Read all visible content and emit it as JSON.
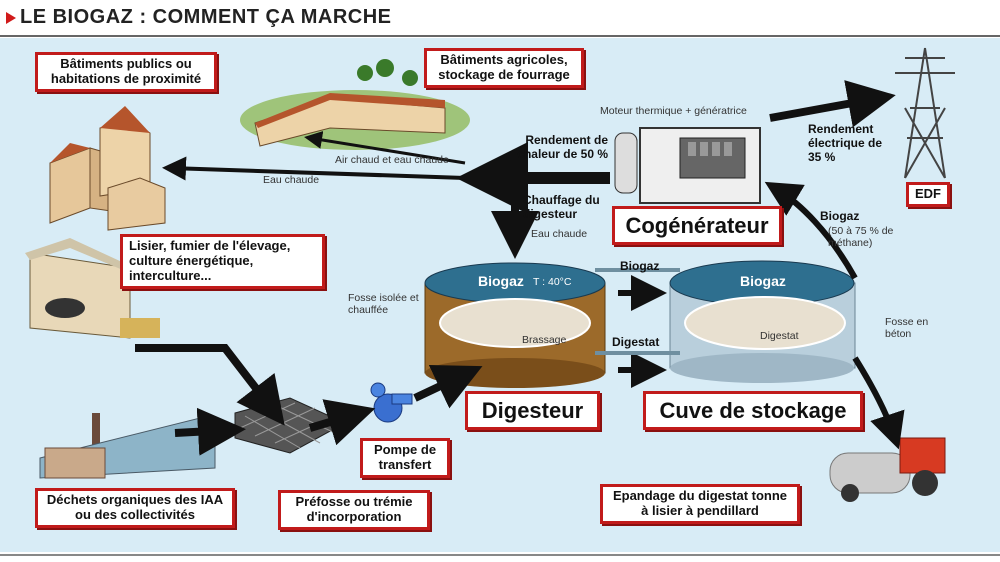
{
  "header": {
    "title": "LE BIOGAZ : COMMENT ÇA MARCHE"
  },
  "callouts": {
    "batiments_publics": "Bâtiments publics ou habitations de proximité",
    "batiments_agricoles": "Bâtiments agricoles, stockage de fourrage",
    "lisier": "Lisier, fumier de l'élevage, culture énergétique, interculture...",
    "dechets": "Déchets organiques des IAA ou des collectivités",
    "prefosse": "Préfosse ou trémie d'incorporation",
    "pompe": "Pompe de transfert",
    "digesteur": "Digesteur",
    "cuve": "Cuve de stockage",
    "cogenerateur": "Cogénérateur",
    "edf": "EDF",
    "epandage": "Epandage du digestat tonne à lisier à pendillard"
  },
  "labels": {
    "air_chaud": "Air chaud et eau chaude",
    "eau_chaude_top": "Eau chaude",
    "rendement_chaleur": "Rendement de chaleur de 50 %",
    "chauffage": "Chauffage du digesteur",
    "eau_chaude_dig": "Eau chaude",
    "moteur": "Moteur thermique + génératrice",
    "rendement_elec": "Rendement électrique de 35 %",
    "biogaz_side": "Biogaz",
    "biogaz_pct": "(50 à 75 % de méthane)",
    "biogaz_tank1": "Biogaz",
    "temp": "T : 40°C",
    "biogaz_link": "Biogaz",
    "biogaz_tank2": "Biogaz",
    "fosse_isolee": "Fosse isolée et chauffée",
    "brassage": "Brassage",
    "digestat_link": "Digestat",
    "digestat_in": "Digestat",
    "fosse_beton": "Fosse en béton"
  },
  "colors": {
    "accent": "#c11b1b",
    "sky": "#d8ecf6",
    "arrow": "#111111",
    "digester": "#9c6a2a",
    "storage": "#b9cfdc"
  }
}
